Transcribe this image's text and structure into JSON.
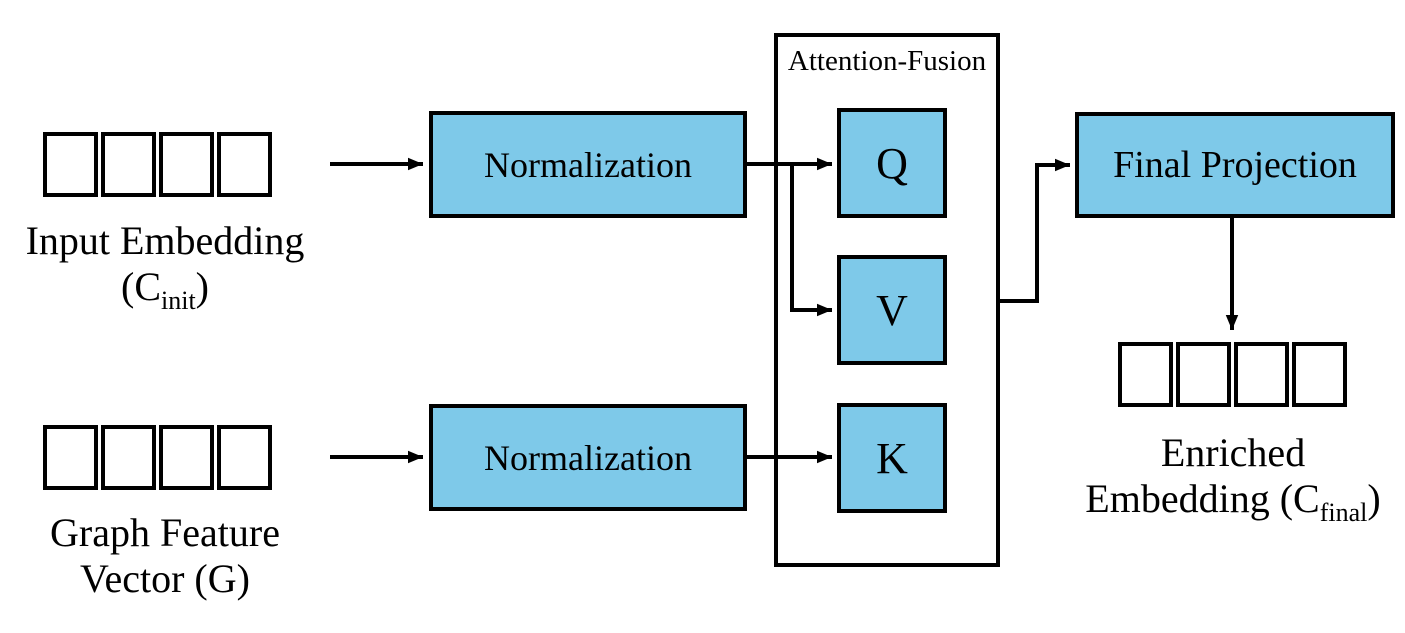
{
  "colors": {
    "node_fill": "#7EC9E9",
    "stroke": "#000000",
    "background": "#FFFFFF",
    "text": "#000000"
  },
  "nodes": {
    "input_vector": {
      "cells": 4,
      "line1": "Input Embedding",
      "line2_pre": "(C",
      "line2_sub": "init",
      "line2_post": ")"
    },
    "graph_vector": {
      "cells": 4,
      "line1": "Graph Feature",
      "line2": "Vector (G)"
    },
    "norm_top": {
      "label": "Normalization"
    },
    "norm_bottom": {
      "label": "Normalization"
    },
    "attention_fusion": {
      "title": "Attention-Fusion",
      "q": "Q",
      "v": "V",
      "k": "K"
    },
    "final_projection": {
      "label": "Final Projection"
    },
    "enriched_vector": {
      "cells": 4,
      "line1": "Enriched",
      "line2_pre": "Embedding (C",
      "line2_sub": "final",
      "line2_post": ")"
    }
  },
  "edges": [
    {
      "from": "input-embedding-vector",
      "to": "normalization-top-box"
    },
    {
      "from": "normalization-top-box",
      "to": "q-box"
    },
    {
      "from": "normalization-top-box",
      "to": "v-box"
    },
    {
      "from": "graph-feature-vector",
      "to": "normalization-bottom-box"
    },
    {
      "from": "normalization-bottom-box",
      "to": "k-box"
    },
    {
      "from": "attention-fusion-box",
      "to": "final-projection-box"
    },
    {
      "from": "final-projection-box",
      "to": "enriched-embedding-vector"
    }
  ]
}
